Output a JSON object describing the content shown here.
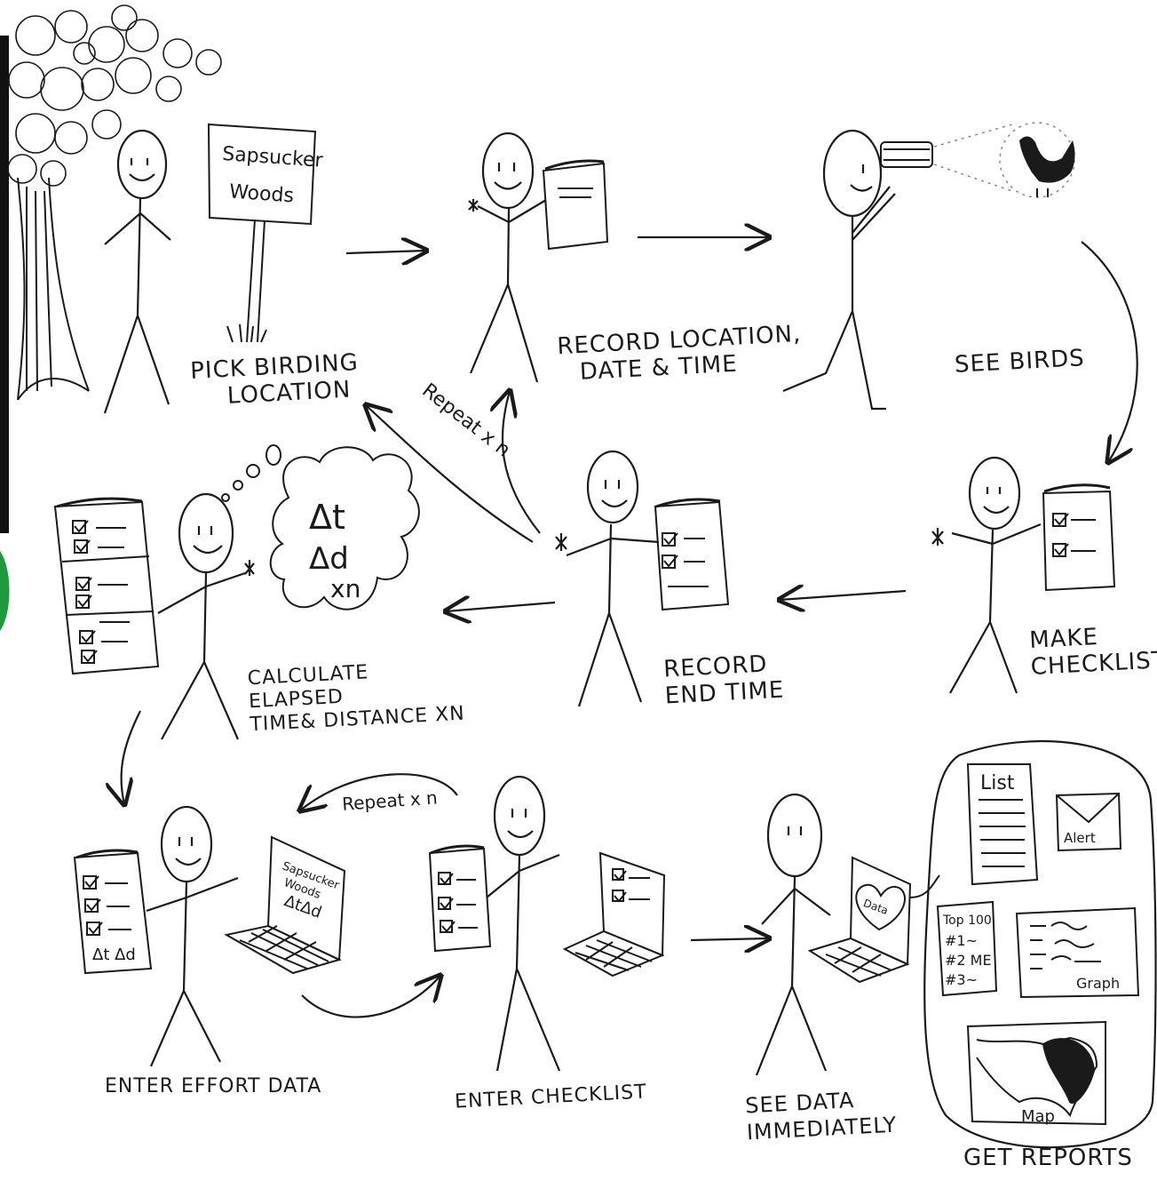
{
  "colors": {
    "ink": "#1a1a1a",
    "edge_black": "#111111",
    "edge_green": "#1f9a3f"
  },
  "icons": [
    "tree",
    "stick-figure",
    "notepad",
    "binoculars",
    "bird",
    "laptop",
    "thought-cloud",
    "envelope",
    "map"
  ],
  "sign": {
    "line1": "Sapsucker",
    "line2": "Woods"
  },
  "steps": {
    "pick": {
      "line1": "Pick Birding",
      "line2": "Location"
    },
    "record_loc": {
      "line1": "Record Location,",
      "line2": "Date & Time"
    },
    "see_birds": "See Birds",
    "make_checklist": {
      "line1": "Make",
      "line2": "Checklist"
    },
    "record_end": {
      "line1": "Record",
      "line2": "End Time"
    },
    "calculate": {
      "line1": "Calculate",
      "line2": "Elapsed",
      "line3": "Time& Distance xn"
    },
    "enter_effort": "Enter Effort Data",
    "enter_checklist": "Enter Checklist",
    "see_data": {
      "line1": "See Data",
      "line2": "Immediately"
    },
    "get_reports": "Get Reports"
  },
  "repeat_top": "Repeat x n",
  "repeat_bottom": "Repeat x n",
  "thought": {
    "l1": "Δt",
    "l2": "Δd",
    "l3": "xn"
  },
  "effort_pad": "Δt Δd",
  "laptop_screen": {
    "l1": "Sapsucker",
    "l2": "Woods",
    "l3": "ΔtΔd"
  },
  "data_heart": "Data",
  "reports": {
    "list": "List",
    "alert": "Alert",
    "top100": {
      "l1": "Top 100",
      "l2": "#1~",
      "l3": "#2 ME",
      "l4": "#3~"
    },
    "graph": "Graph",
    "map": "Map"
  }
}
